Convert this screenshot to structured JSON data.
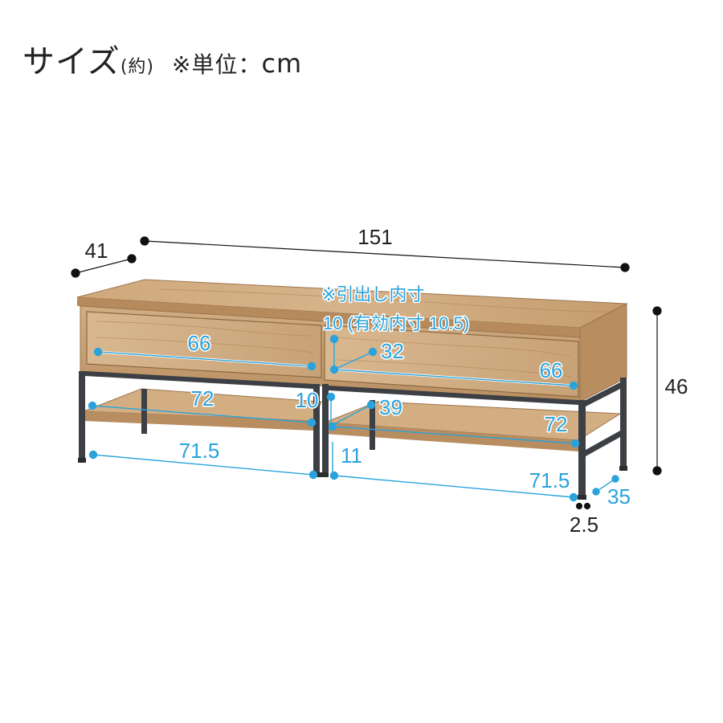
{
  "title": {
    "main": "サイズ",
    "approx": "(約)",
    "unit_prefix": "※単位：",
    "unit": "cm"
  },
  "dimensions": {
    "depth": "41",
    "width": "151",
    "height": "46",
    "drawer_note": "※引出し内寸",
    "drawer_height": "10 (有効内寸 10.5)",
    "drawer_width_left": "66",
    "drawer_width_right": "66",
    "drawer_depth": "32",
    "shelf_width_left": "72",
    "shelf_width_right": "72",
    "shelf_height": "10",
    "shelf_depth": "39",
    "leg_span_left": "71.5",
    "leg_span_right": "71.5",
    "clearance": "11",
    "leg_width": "2.5",
    "leg_depth": "35"
  },
  "colors": {
    "black_dim": "#111111",
    "blue_dim": "#2aa3dc",
    "wood": "#c9a47a",
    "wood_dark": "#a27a4f",
    "steel": "#3c3f44"
  }
}
